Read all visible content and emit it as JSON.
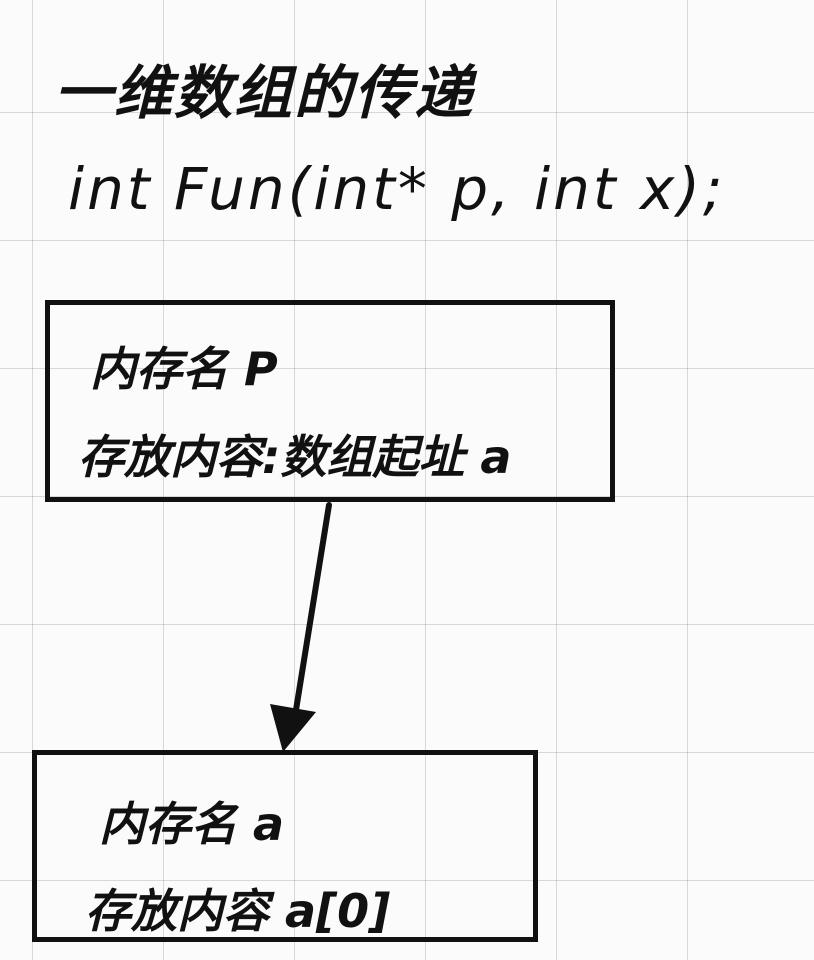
{
  "title": "一维数组的传递",
  "signature": "int Fun(int* p, int x);",
  "box_p": {
    "line1": "内存名 P",
    "line2": "存放内容:数组起址 a"
  },
  "box_a": {
    "line1": "内存名 a",
    "line2": "存放内容 a[0]"
  },
  "colors": {
    "ink": "#111111",
    "grid": "#c8c8c8",
    "paper": "#fbfbfb"
  }
}
